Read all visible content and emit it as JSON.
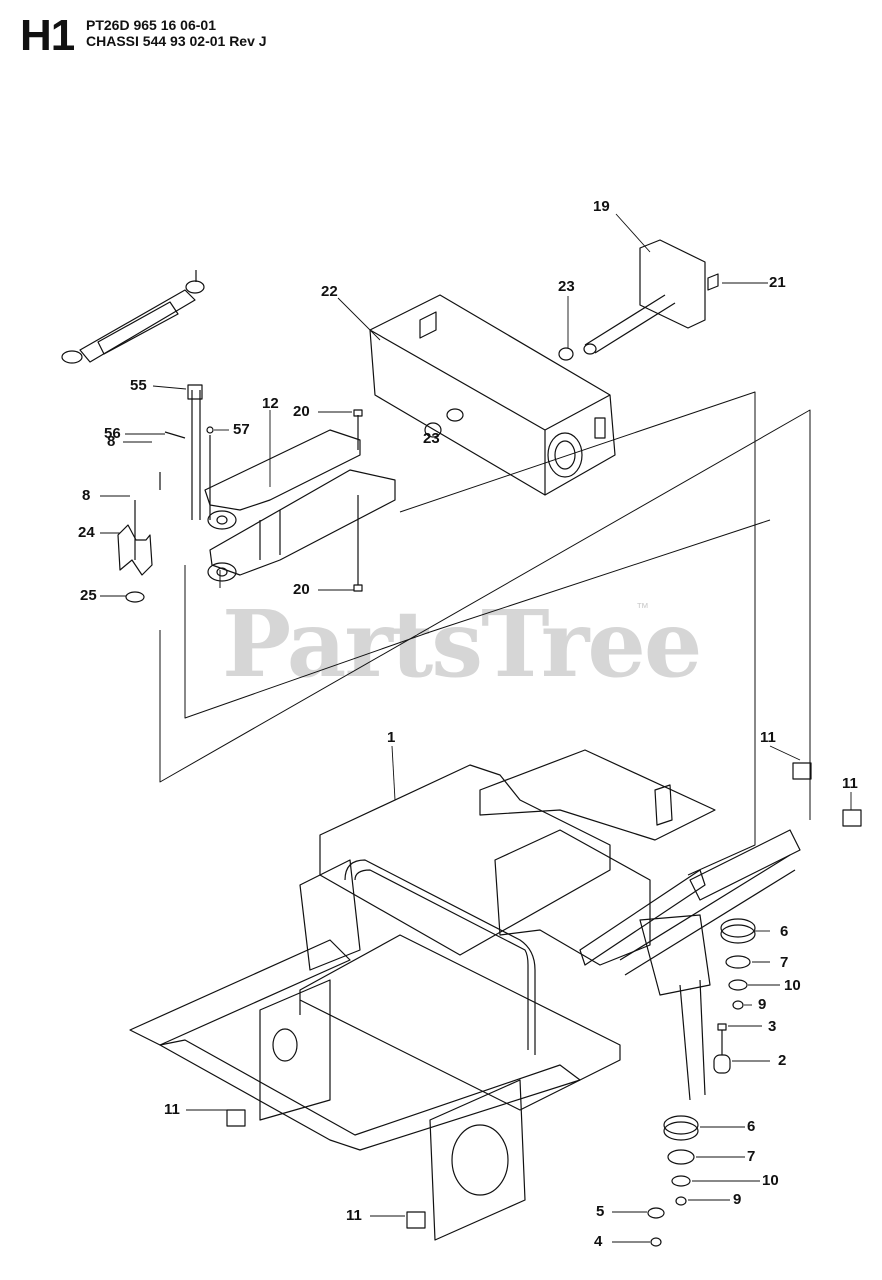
{
  "header": {
    "section_code": "H1",
    "model_line": "PT26D 965 16 06-01",
    "assembly_line": "CHASSI 544 93 02-01 Rev J"
  },
  "watermark": {
    "text": "PartsTree",
    "trademark": "™"
  },
  "callouts": [
    {
      "id": "c19",
      "text": "19"
    },
    {
      "id": "c21",
      "text": "21"
    },
    {
      "id": "c22",
      "text": "22"
    },
    {
      "id": "c23a",
      "text": "23"
    },
    {
      "id": "c55",
      "text": "55"
    },
    {
      "id": "c12",
      "text": "12"
    },
    {
      "id": "c20a",
      "text": "20"
    },
    {
      "id": "c56",
      "text": "56"
    },
    {
      "id": "c57",
      "text": "57"
    },
    {
      "id": "c23b",
      "text": "23"
    },
    {
      "id": "c8a",
      "text": "8"
    },
    {
      "id": "c8b",
      "text": "8"
    },
    {
      "id": "c24",
      "text": "24"
    },
    {
      "id": "c25",
      "text": "25"
    },
    {
      "id": "c20b",
      "text": "20"
    },
    {
      "id": "c1",
      "text": "1"
    },
    {
      "id": "c11a",
      "text": "11"
    },
    {
      "id": "c11b",
      "text": "11"
    },
    {
      "id": "c6a",
      "text": "6"
    },
    {
      "id": "c7a",
      "text": "7"
    },
    {
      "id": "c10a",
      "text": "10"
    },
    {
      "id": "c9a",
      "text": "9"
    },
    {
      "id": "c3",
      "text": "3"
    },
    {
      "id": "c2",
      "text": "2"
    },
    {
      "id": "c11c",
      "text": "11"
    },
    {
      "id": "c6b",
      "text": "6"
    },
    {
      "id": "c7b",
      "text": "7"
    },
    {
      "id": "c10b",
      "text": "10"
    },
    {
      "id": "c9b",
      "text": "9"
    },
    {
      "id": "c5",
      "text": "5"
    },
    {
      "id": "c11d",
      "text": "11"
    },
    {
      "id": "c4",
      "text": "4"
    }
  ]
}
